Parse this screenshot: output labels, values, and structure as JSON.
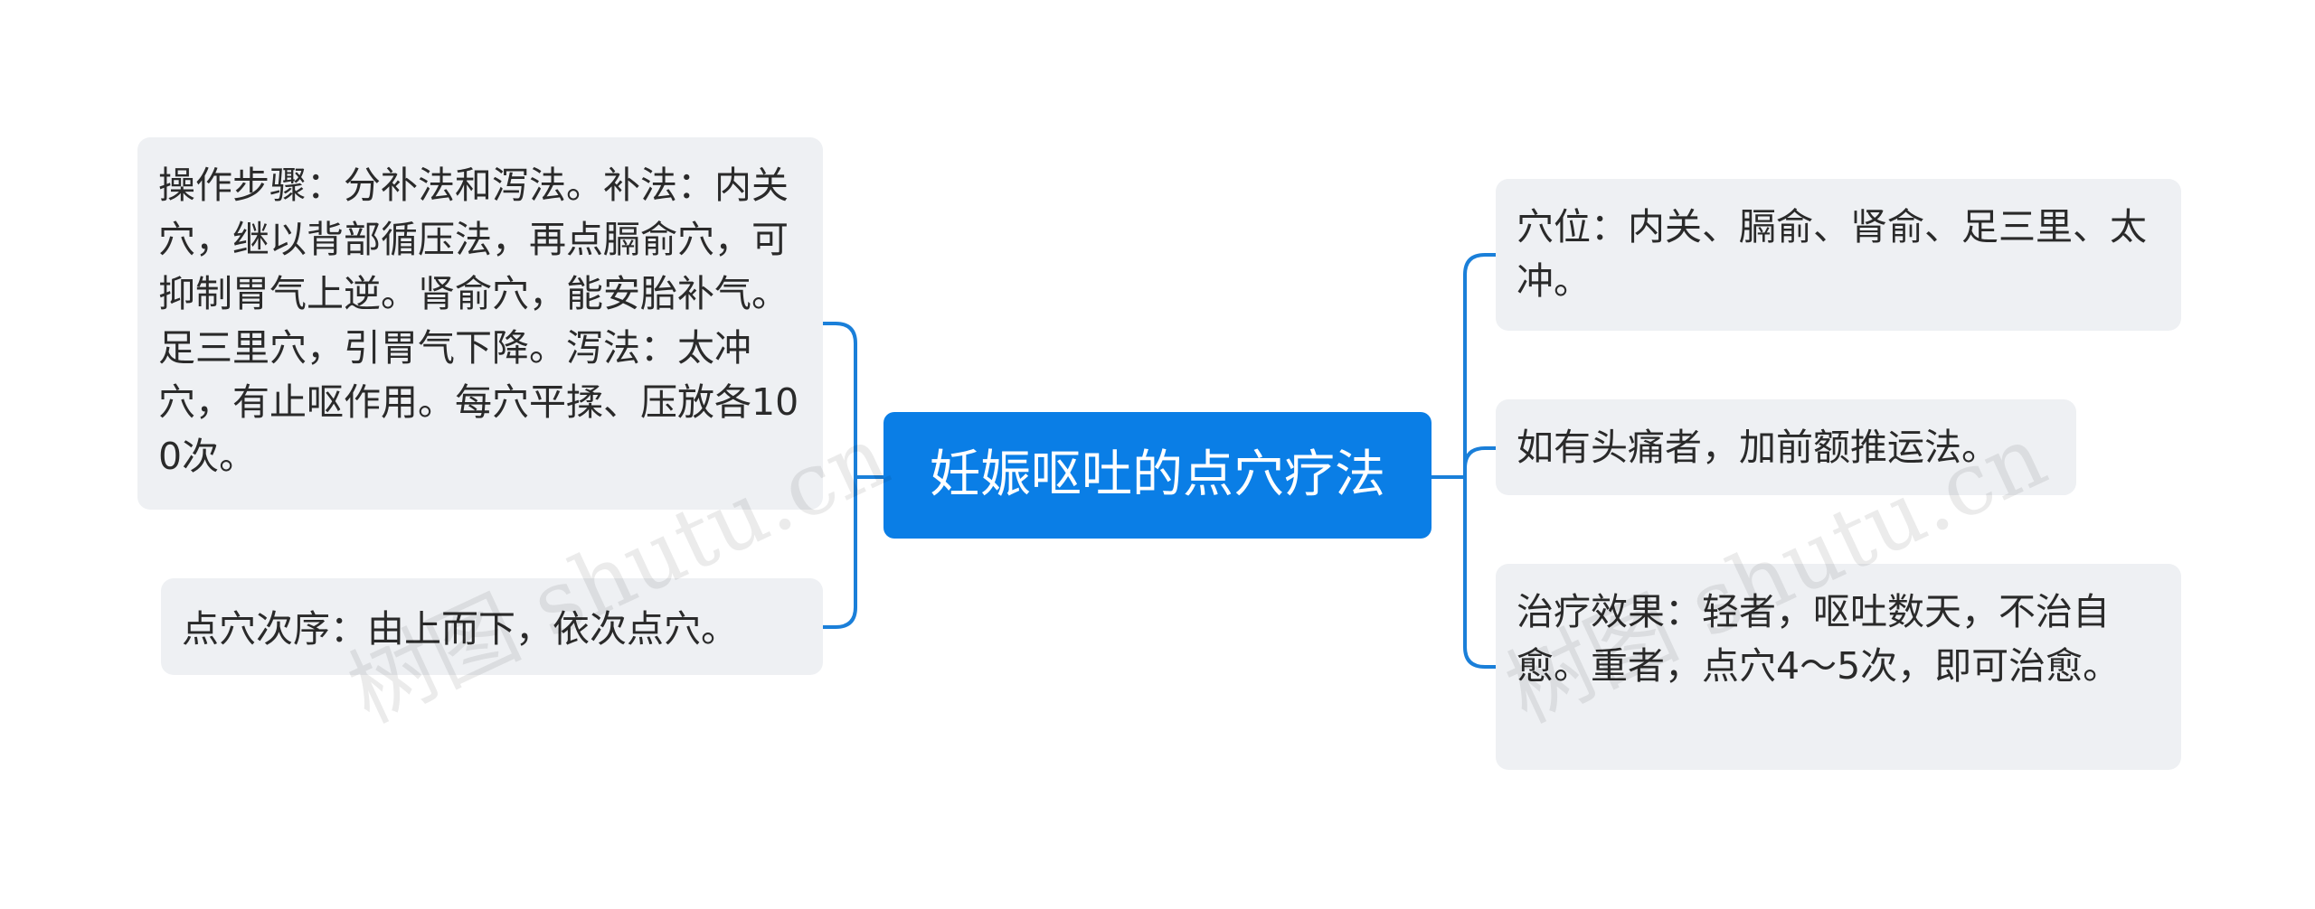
{
  "root": {
    "title": "妊娠呕吐的点穴疗法"
  },
  "left_branches": [
    {
      "text": "操作步骤：分补法和泻法。补法：内关穴，继以背部循压法，再点膈俞穴，可抑制胃气上逆。肾俞穴，能安胎补气。足三里穴，引胃气下降。泻法：太冲穴，有止呕作用。每穴平揉、压放各100次。"
    },
    {
      "text": "点穴次序：由上而下，依次点穴。"
    }
  ],
  "right_branches": [
    {
      "text": "穴位：内关、膈俞、肾俞、足三里、太冲。"
    },
    {
      "text": "如有头痛者，加前额推运法。"
    },
    {
      "text": "治疗效果：轻者，呕吐数天，不治自愈。重者，点穴4～5次，即可治愈。"
    }
  ],
  "watermarks": [
    "树图 shutu.cn",
    "树图 shutu.cn"
  ],
  "colors": {
    "root_fill": "#0a7ee6",
    "node_fill": "#eef0f3",
    "connector": "#1a7fd9",
    "text": "#2a2a2a"
  }
}
